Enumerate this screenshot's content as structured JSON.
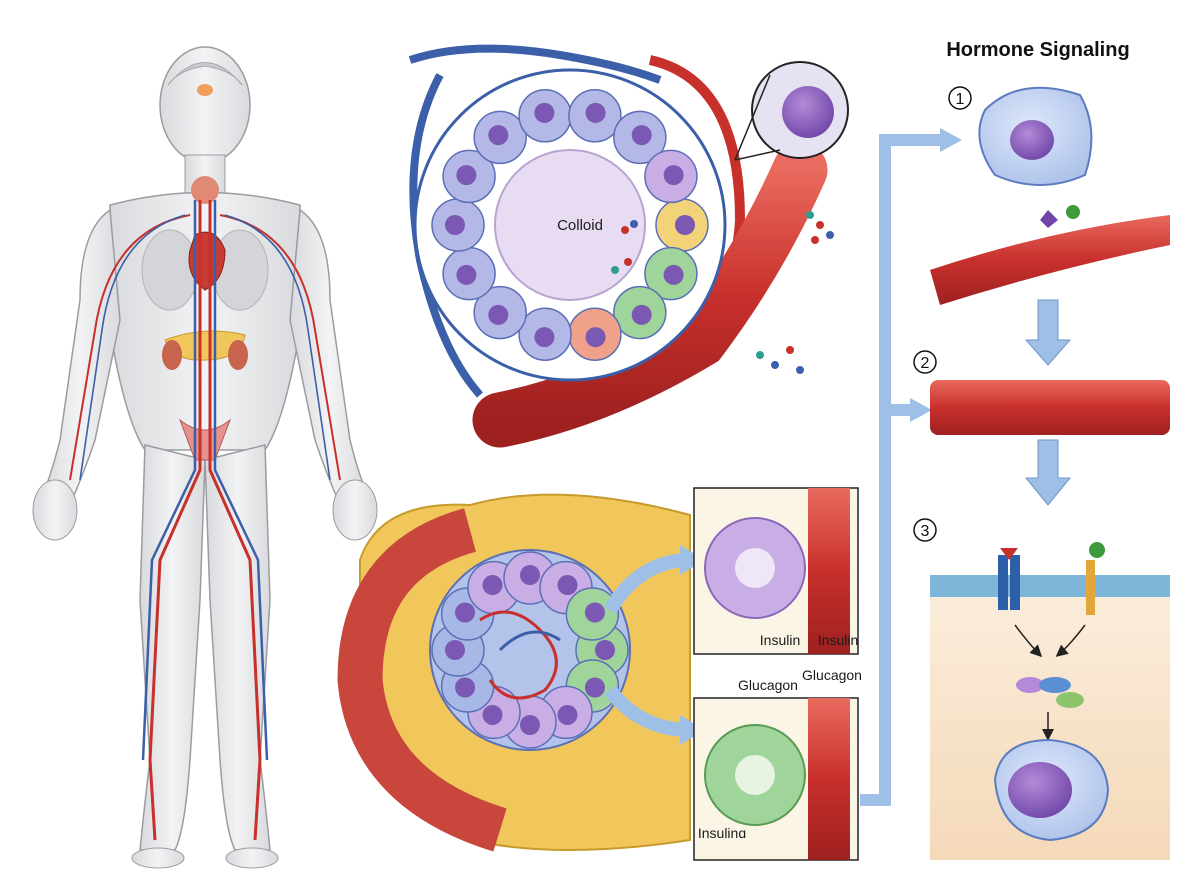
{
  "figure": {
    "title": "Hormone Signaling",
    "labels": {
      "colloid": "Colloid",
      "insulin_cell": "Insulin",
      "insulin_vessel": "Insulin",
      "glucagon_cell": "Glucagon",
      "glucagon_vessel": "Glucagon",
      "insulin_bottom": "Insulinɑ"
    },
    "steps": [
      "1",
      "2",
      "3"
    ]
  },
  "colors": {
    "artery": "#c8302c",
    "vein": "#3b5fa8",
    "thyroid_cell": "#b3b8e6",
    "colloid": "#e8dcf2",
    "pancreas": "#f1c75b",
    "alpha_cell": "#9fd49a",
    "beta_cell": "#c9aee6",
    "arrow_blue": "#9fc0e6",
    "membrane": "#7db6d9",
    "cytoplasm": "#f8e3c9"
  }
}
